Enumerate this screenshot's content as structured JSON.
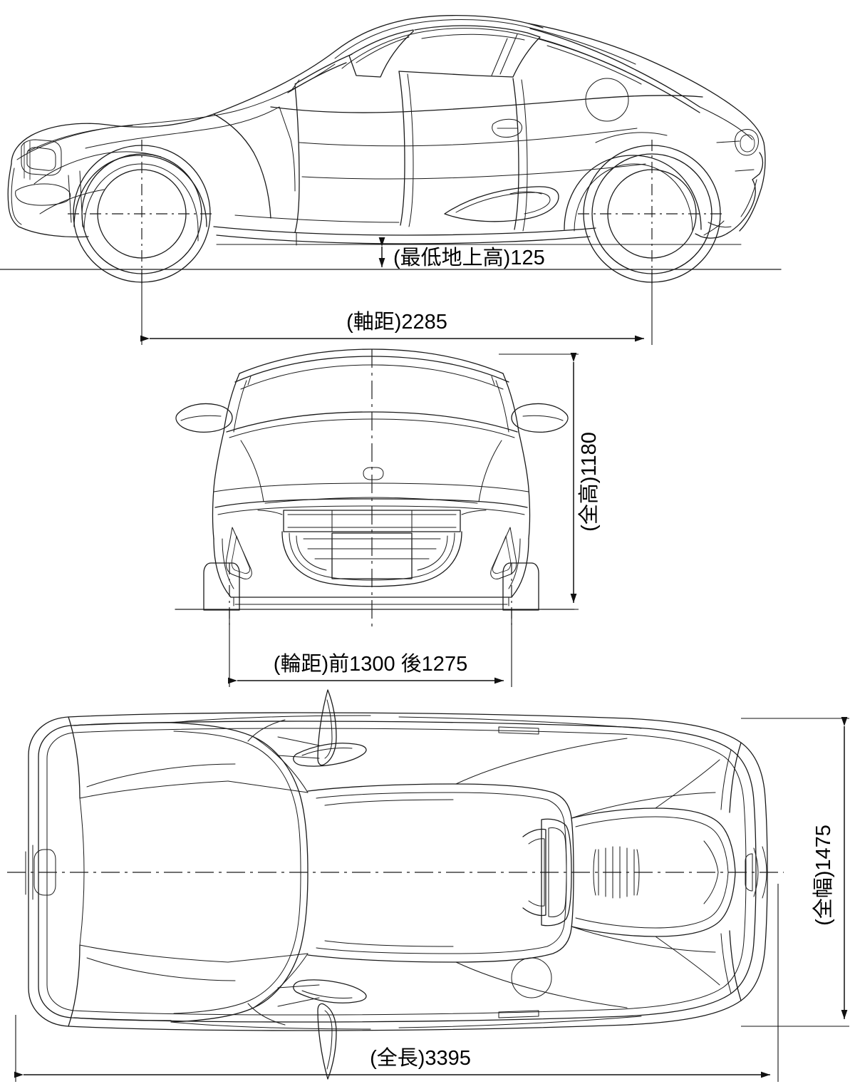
{
  "drawing": {
    "subject": "kei roadster technical blueprint",
    "views": [
      {
        "id": "side-view",
        "name": "side elevation"
      },
      {
        "id": "front-view",
        "name": "front elevation"
      },
      {
        "id": "top-view",
        "name": "plan view"
      }
    ],
    "line_color": "#1a1a1a",
    "background_color": "#ffffff"
  },
  "dimensions": {
    "ground_clearance": {
      "label": "(最低地上高)125",
      "value": 125,
      "term": "最低地上高",
      "arrow": "double-vertical"
    },
    "wheelbase": {
      "label": "(軸距)2285",
      "value": 2285,
      "term": "軸距",
      "arrow": "double-horizontal"
    },
    "overall_height": {
      "label": "(全高)1180",
      "value": 1180,
      "term": "全高",
      "arrow": "double-vertical"
    },
    "track": {
      "label": "(輪距)前1300 後1275",
      "front": 1300,
      "rear": 1275,
      "term": "輪距",
      "front_term": "前",
      "rear_term": "後",
      "arrow": "double-horizontal"
    },
    "overall_width": {
      "label": "(全幅)1475",
      "value": 1475,
      "term": "全幅",
      "arrow": "double-vertical"
    },
    "overall_length": {
      "label": "(全長)3395",
      "value": 3395,
      "term": "全長",
      "arrow": "double-horizontal"
    }
  }
}
